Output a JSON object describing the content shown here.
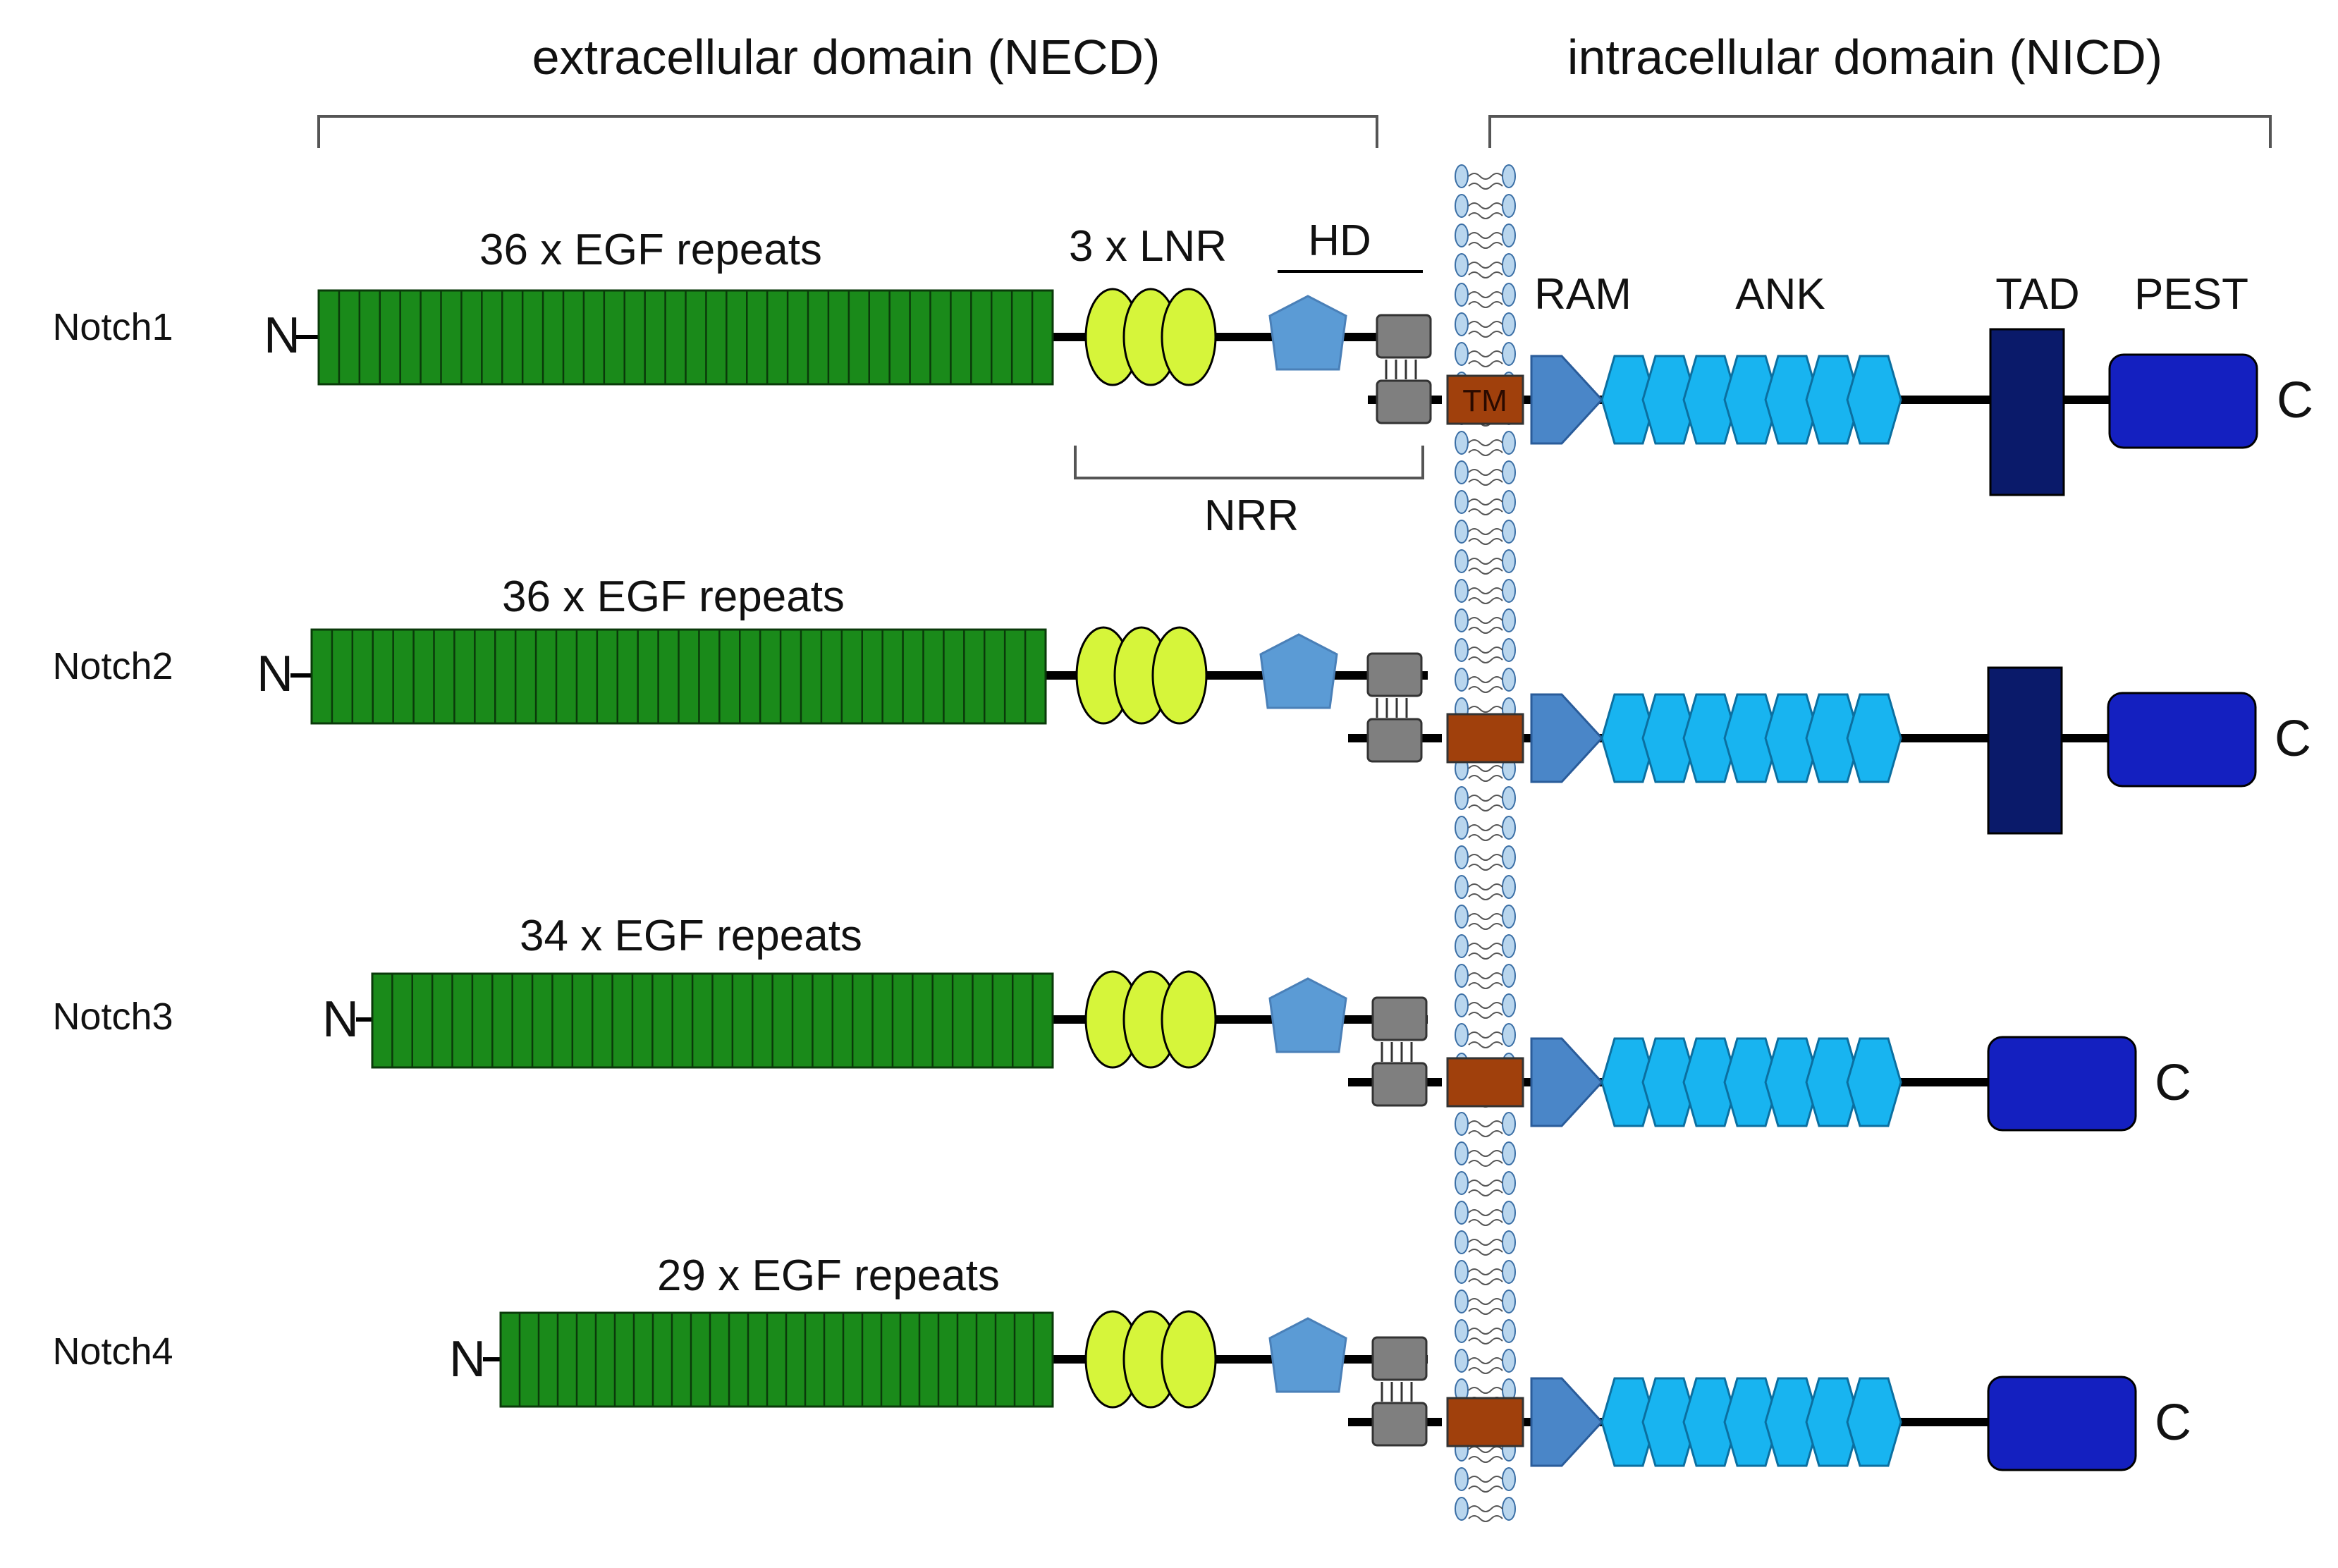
{
  "headers": {
    "necd": "extracellular domain (NECD)",
    "nicd": "intracellular domain (NICD)"
  },
  "domain_labels": {
    "lnr": "3 x LNR",
    "hd": "HD",
    "nrr": "NRR",
    "ram": "RAM",
    "ank": "ANK",
    "tad": "TAD",
    "pest": "PEST",
    "tm": "TM"
  },
  "termini": {
    "n": "N",
    "c": "C"
  },
  "receptors": [
    {
      "name": "Notch1",
      "egf_label": "36 x EGF repeats",
      "egf_count": 36,
      "has_tad": true
    },
    {
      "name": "Notch2",
      "egf_label": "36 x EGF repeats",
      "egf_count": 36,
      "has_tad": true
    },
    {
      "name": "Notch3",
      "egf_label": "34 x EGF repeats",
      "egf_count": 34,
      "has_tad": false
    },
    {
      "name": "Notch4",
      "egf_label": "29 x EGF repeats",
      "egf_count": 29,
      "has_tad": false
    }
  ],
  "colors": {
    "egf": "#1a8a1a",
    "lnr": "#d6f53a",
    "hd": "#5b9bd5",
    "het": "#7f7f7f",
    "tm": "#a0400c",
    "ram": "#4a86c8",
    "ank": "#18b4f0",
    "tad": "#0a1a6a",
    "pest": "#1420c0",
    "membrane": "#b9d6ee"
  }
}
